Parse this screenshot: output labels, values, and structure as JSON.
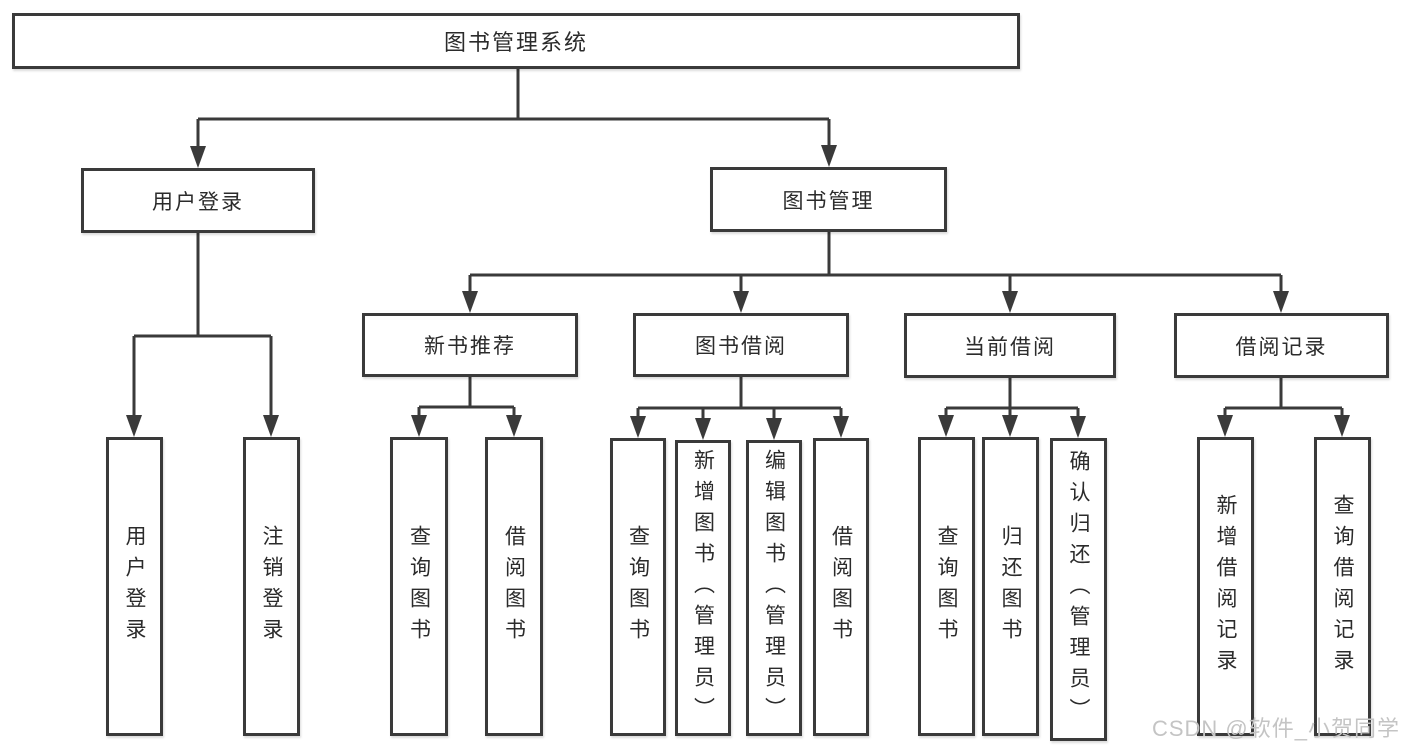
{
  "diagram": {
    "root": {
      "label": "图书管理系统"
    },
    "branches": [
      {
        "label": "用户登录",
        "children": [
          {
            "label": "用户登录"
          },
          {
            "label": "注销登录"
          }
        ]
      },
      {
        "label": "图书管理",
        "children": [
          {
            "label": "新书推荐",
            "children": [
              {
                "label": "查询图书"
              },
              {
                "label": "借阅图书"
              }
            ]
          },
          {
            "label": "图书借阅",
            "children": [
              {
                "label": "查询图书"
              },
              {
                "label": "新增图书（管理员）"
              },
              {
                "label": "编辑图书（管理员）"
              },
              {
                "label": "借阅图书"
              }
            ]
          },
          {
            "label": "当前借阅",
            "children": [
              {
                "label": "查询图书"
              },
              {
                "label": "归还图书"
              },
              {
                "label": "确认归还（管理员）"
              }
            ]
          },
          {
            "label": "借阅记录",
            "children": [
              {
                "label": "新增借阅记录"
              },
              {
                "label": "查询借阅记录"
              }
            ]
          }
        ]
      }
    ]
  },
  "watermark": {
    "text": "CSDN @软件_小贺同学"
  },
  "colors": {
    "line": "#3a3a3a",
    "text": "#2b2b2b",
    "watermark": "#c4c4c4",
    "background": "#ffffff"
  }
}
